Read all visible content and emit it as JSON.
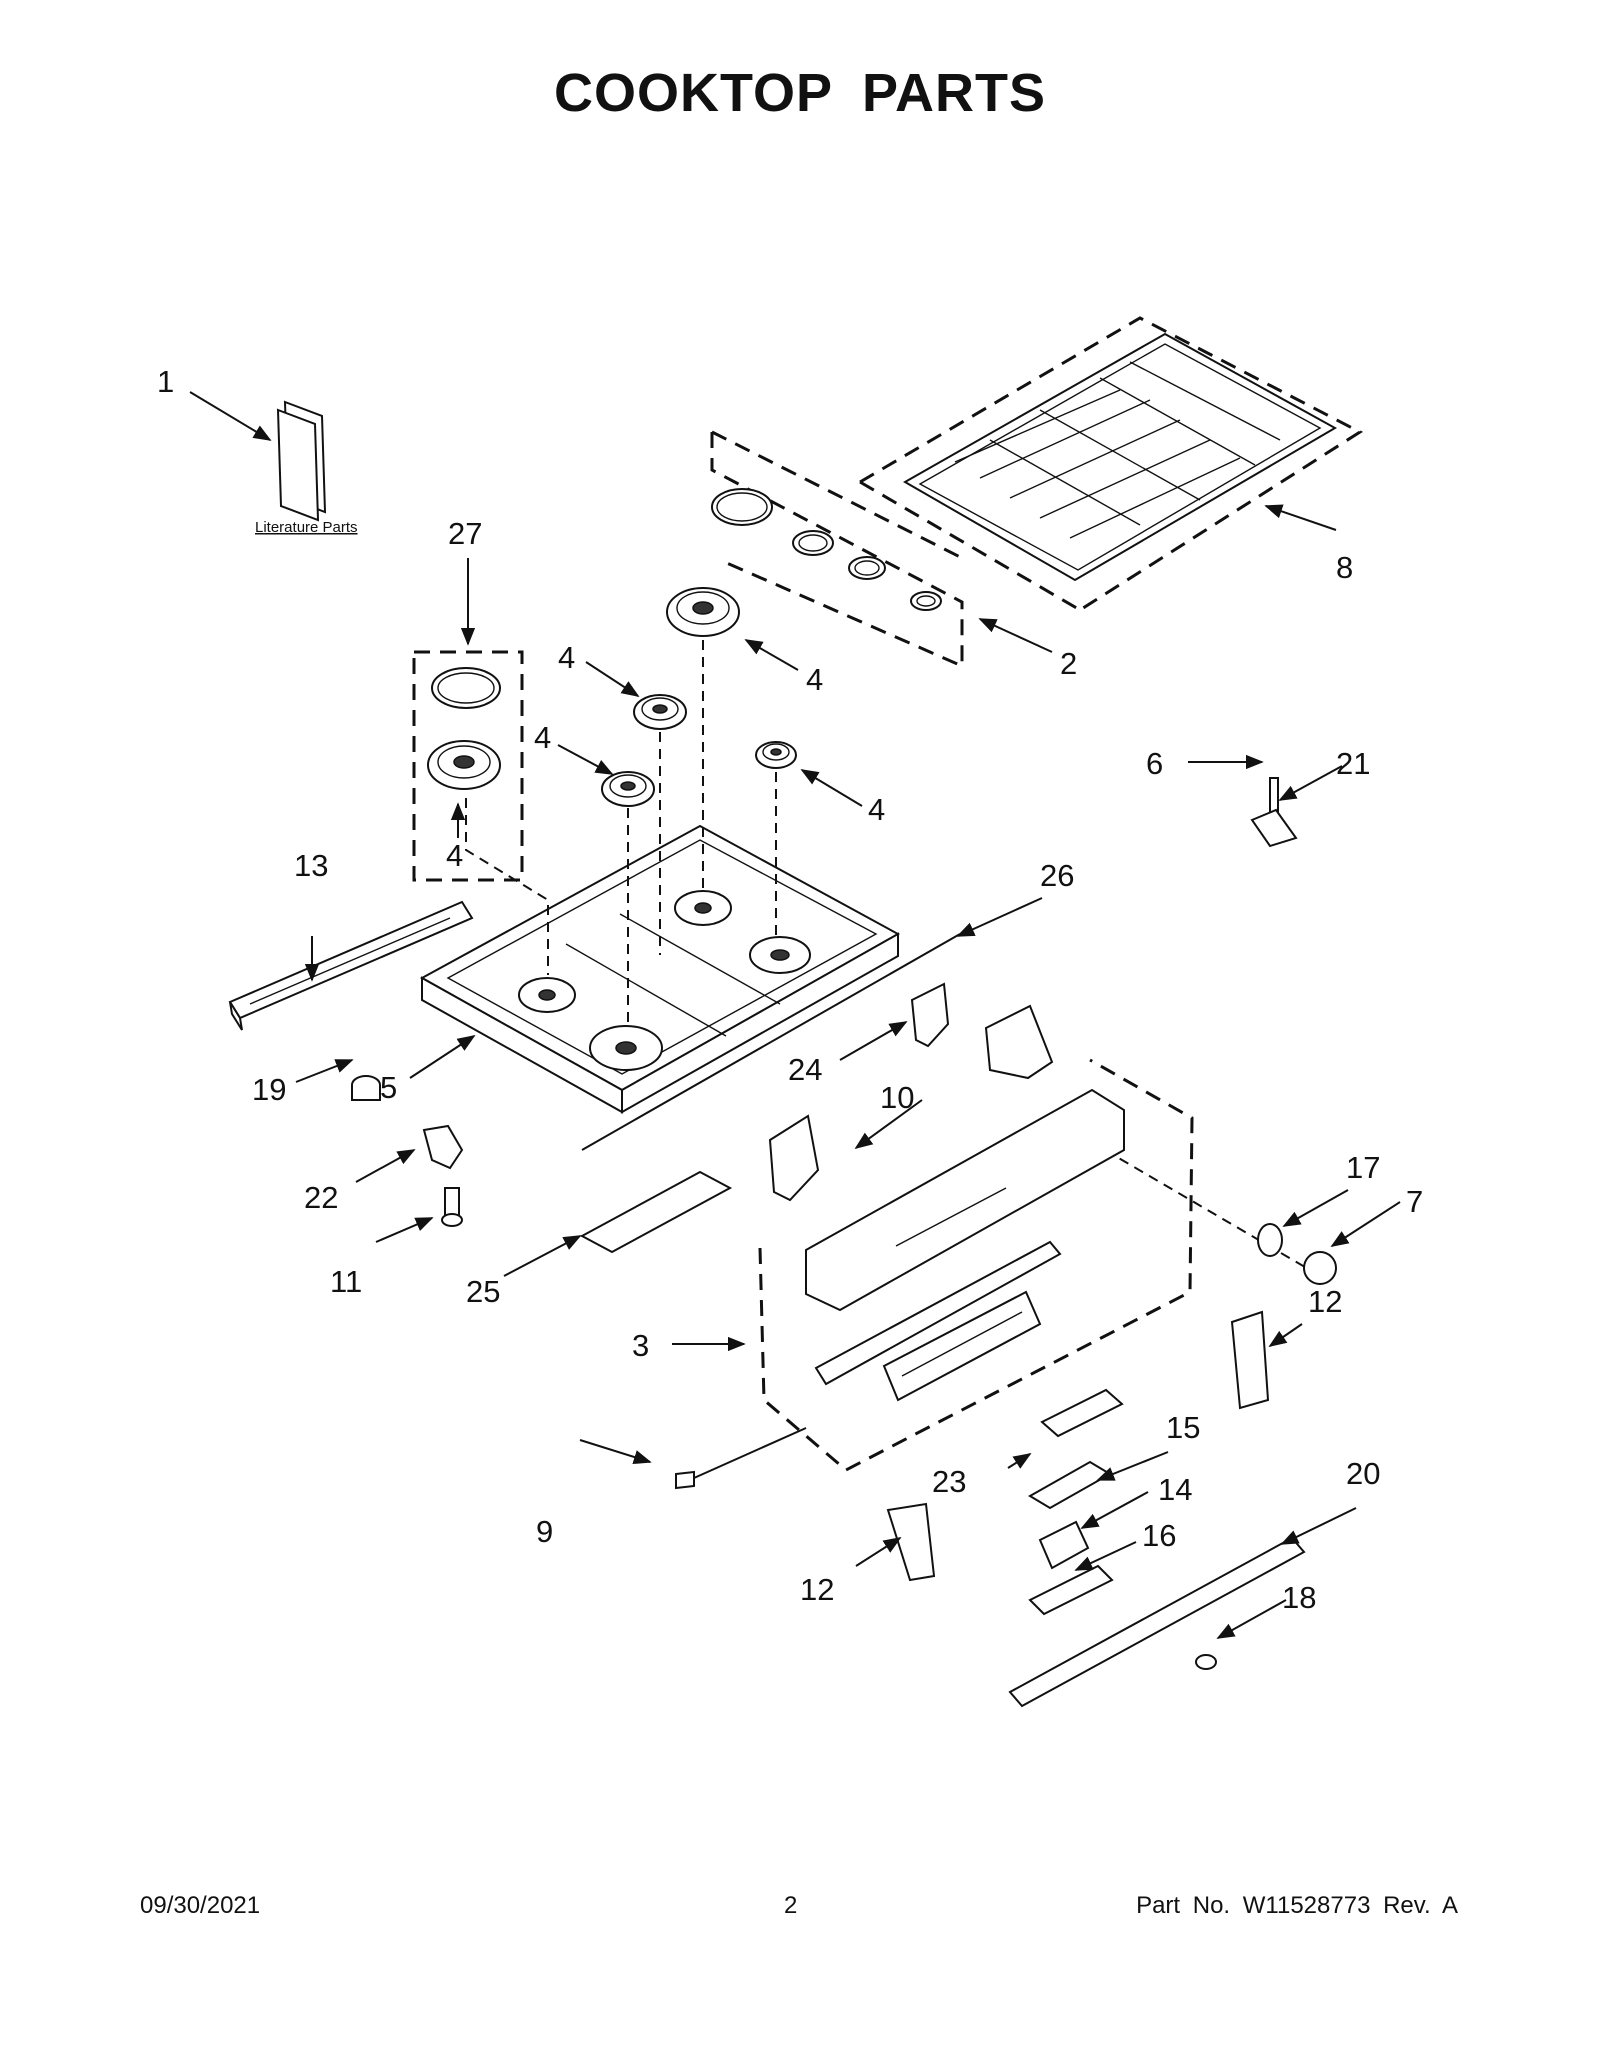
{
  "title": "COOKTOP PARTS",
  "literature_label": "Literature Parts",
  "callouts": [
    "1",
    "2",
    "3",
    "4",
    "5",
    "6",
    "7",
    "8",
    "9",
    "10",
    "11",
    "12",
    "13",
    "14",
    "15",
    "16",
    "17",
    "18",
    "19",
    "20",
    "21",
    "22",
    "23",
    "24",
    "25",
    "26",
    "27"
  ],
  "footer": {
    "date": "09/30/2021",
    "page": "2",
    "part_no": "Part No.  W11528773  Rev.  A"
  }
}
